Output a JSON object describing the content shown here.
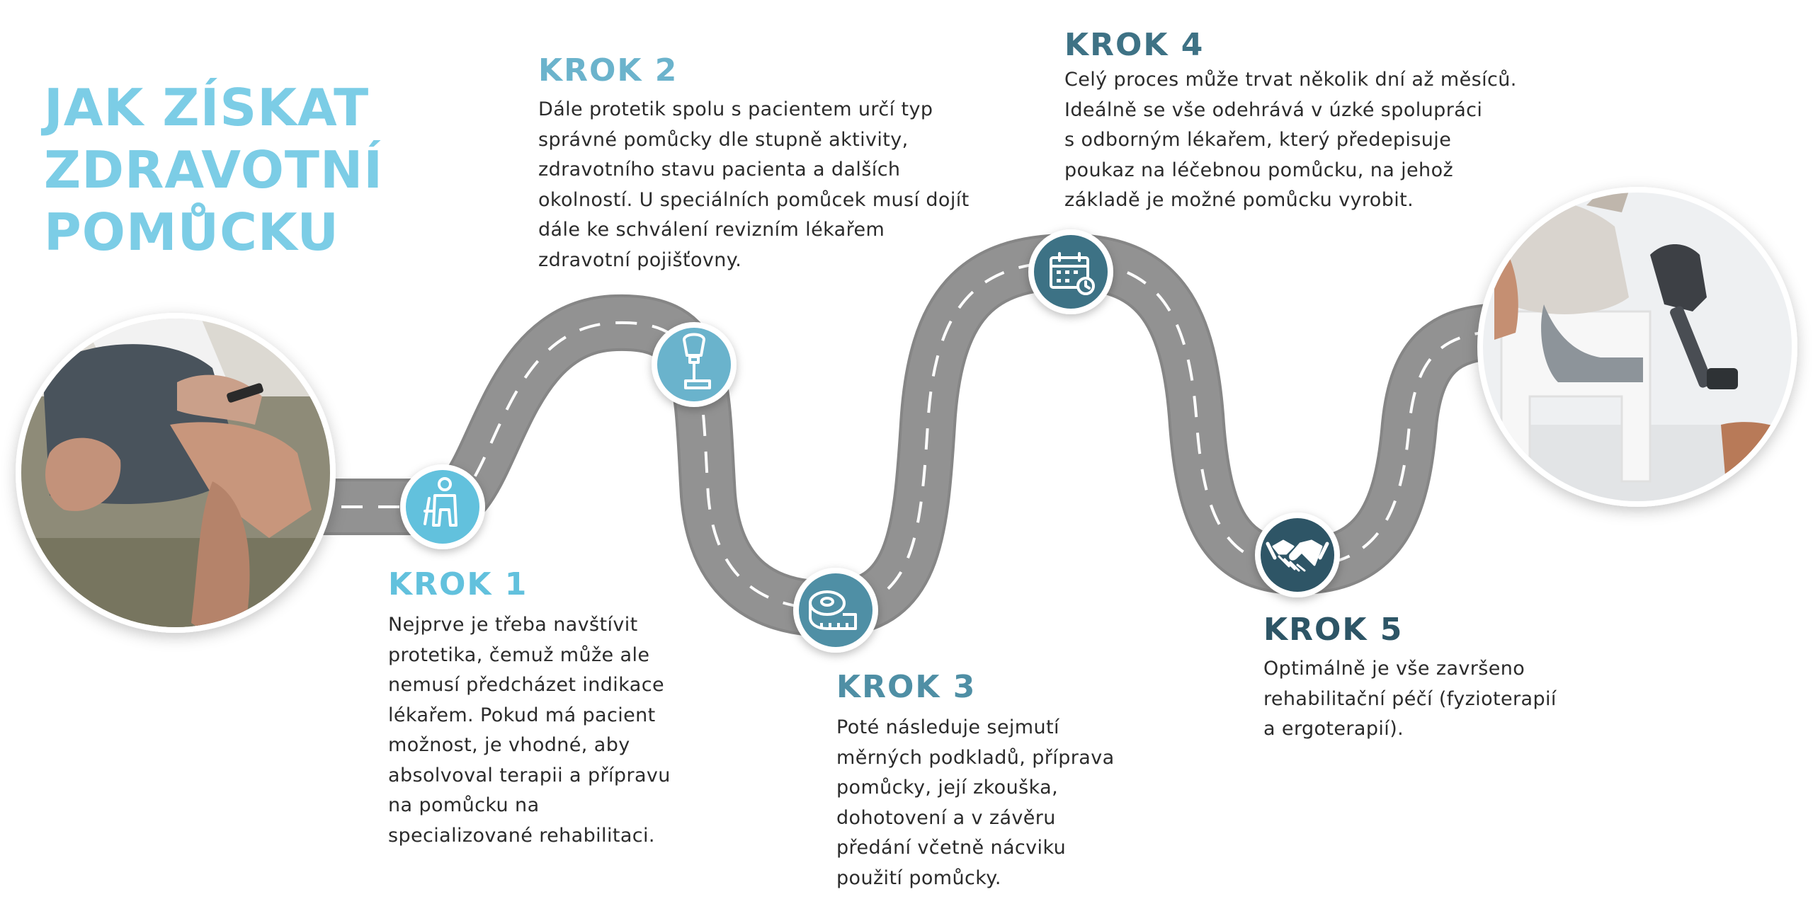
{
  "title": {
    "lines": [
      "JAK ZÍSKAT",
      "ZDRAVOTNÍ",
      "POMŮCKU"
    ]
  },
  "colors": {
    "title": "#7ccde6",
    "road": "#8f8f8f",
    "road_edge": "#868686",
    "road_marking": "#ffffff",
    "step1": "#62c1dd",
    "step2": "#6bb3cc",
    "step3": "#4f8fa5",
    "step4": "#3e7285",
    "step5": "#2d5566",
    "text": "#2b2b2b"
  },
  "steps": [
    {
      "heading": "KROK 1",
      "icon": "person-with-crutch-icon",
      "lines": [
        "Nejprve je třeba navštívit",
        "protetika, čemuž může ale",
        "nemusí předcházet indikace",
        "lékařem. Pokud má pacient",
        "možnost, je vhodné, aby",
        "absolvoval terapii a přípravu",
        "na pomůcku na",
        "specializované rehabilitaci."
      ]
    },
    {
      "heading": "KROK 2",
      "icon": "prosthetic-leg-icon",
      "lines": [
        "Dále protetik spolu s pacientem určí typ",
        "správné pomůcky dle stupně aktivity,",
        "zdravotního stavu pacienta a dalších",
        "okolností. U speciálních pomůcek musí dojít",
        "dále ke schválení revizním lékařem",
        "zdravotní pojišťovny."
      ]
    },
    {
      "heading": "KROK 3",
      "icon": "measuring-tape-icon",
      "lines": [
        "Poté následuje sejmutí",
        "měrných podkladů, příprava",
        "pomůcky, její zkouška,",
        "dohotovení a v závěru",
        "předání včetně nácviku",
        "použití pomůcky."
      ]
    },
    {
      "heading": "KROK 4",
      "icon": "calendar-clock-icon",
      "lines": [
        "Celý proces může trvat několik dní až měsíců.",
        "Ideálně se vše odehrává v úzké spolupráci",
        "s odborným lékařem, který předepisuje",
        "poukaz na léčebnou pomůcku, na jehož",
        "základě je možné pomůcku vyrobit."
      ]
    },
    {
      "heading": "KROK 5",
      "icon": "handshake-icon",
      "lines": [
        "Optimálně je vše završeno",
        "rehabilitační péčí (fyzioterapií",
        "a ergoterapií)."
      ]
    }
  ]
}
